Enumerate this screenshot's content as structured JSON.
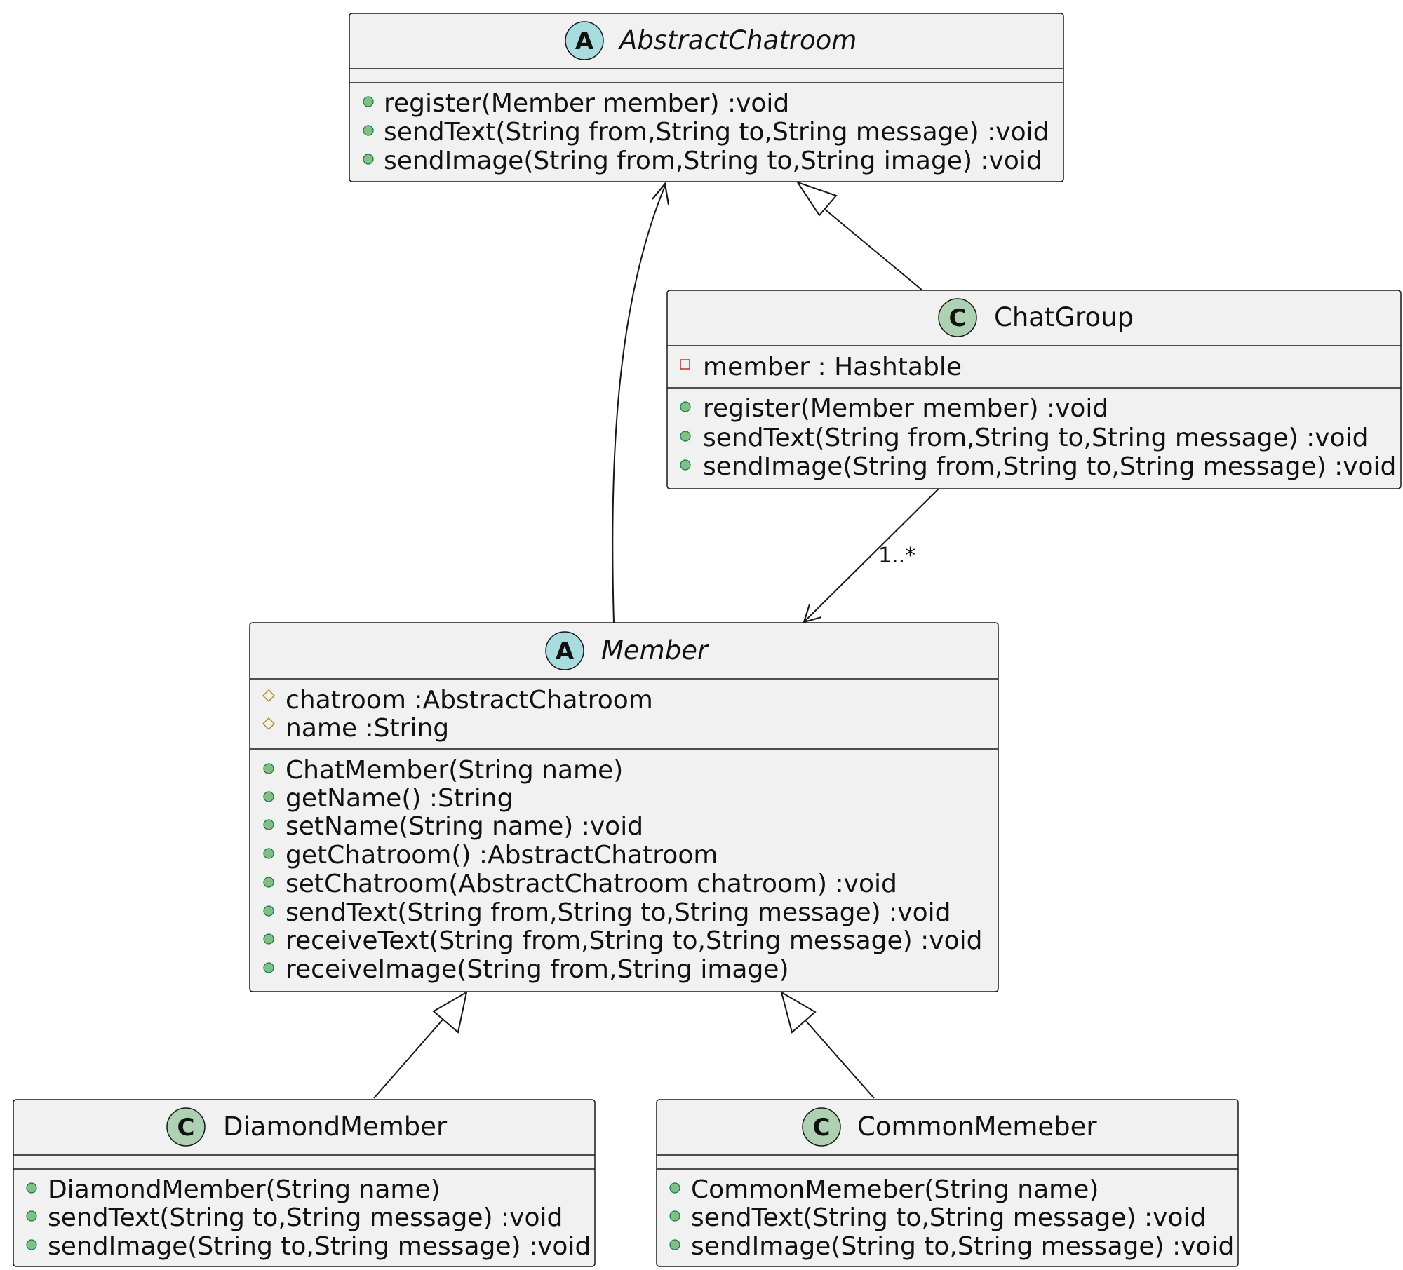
{
  "classes": {
    "abstract_chatroom": {
      "kind": "abstract",
      "letter": "A",
      "name": "AbstractChatroom",
      "fields": [],
      "methods": [
        {
          "visibility": "public",
          "text": "register(Member member) :void"
        },
        {
          "visibility": "public",
          "text": "sendText(String from,String to,String message) :void"
        },
        {
          "visibility": "public",
          "text": "sendImage(String from,String to,String image) :void"
        }
      ]
    },
    "chat_group": {
      "kind": "class",
      "letter": "C",
      "name": "ChatGroup",
      "fields": [
        {
          "visibility": "private",
          "text": "member : Hashtable"
        }
      ],
      "methods": [
        {
          "visibility": "public",
          "text": "register(Member member) :void"
        },
        {
          "visibility": "public",
          "text": "sendText(String from,String to,String message) :void"
        },
        {
          "visibility": "public",
          "text": "sendImage(String from,String to,String message) :void"
        }
      ]
    },
    "member": {
      "kind": "abstract",
      "letter": "A",
      "name": "Member",
      "fields": [
        {
          "visibility": "protected",
          "text": "chatroom :AbstractChatroom"
        },
        {
          "visibility": "protected",
          "text": "name :String"
        }
      ],
      "methods": [
        {
          "visibility": "public",
          "text": "ChatMember(String name)"
        },
        {
          "visibility": "public",
          "text": "getName() :String"
        },
        {
          "visibility": "public",
          "text": "setName(String name) :void"
        },
        {
          "visibility": "public",
          "text": "getChatroom() :AbstractChatroom"
        },
        {
          "visibility": "public",
          "text": "setChatroom(AbstractChatroom chatroom) :void"
        },
        {
          "visibility": "public",
          "text": "sendText(String from,String to,String message) :void"
        },
        {
          "visibility": "public",
          "text": "receiveText(String from,String to,String message) :void"
        },
        {
          "visibility": "public",
          "text": "receiveImage(String from,String image)"
        }
      ]
    },
    "diamond_member": {
      "kind": "class",
      "letter": "C",
      "name": "DiamondMember",
      "fields": [],
      "methods": [
        {
          "visibility": "public",
          "text": "DiamondMember(String name)"
        },
        {
          "visibility": "public",
          "text": "sendText(String to,String message) :void"
        },
        {
          "visibility": "public",
          "text": "sendImage(String to,String message) :void"
        }
      ]
    },
    "common_memeber": {
      "kind": "class",
      "letter": "C",
      "name": "CommonMemeber",
      "fields": [],
      "methods": [
        {
          "visibility": "public",
          "text": "CommonMemeber(String name)"
        },
        {
          "visibility": "public",
          "text": "sendText(String to,String message) :void"
        },
        {
          "visibility": "public",
          "text": "sendImage(String to,String message) :void"
        }
      ]
    }
  },
  "relations": [
    {
      "type": "inheritance",
      "from": "ChatGroup",
      "to": "AbstractChatroom"
    },
    {
      "type": "association",
      "from": "Member",
      "to": "AbstractChatroom"
    },
    {
      "type": "association",
      "from": "ChatGroup",
      "to": "Member",
      "label": "1..*"
    },
    {
      "type": "inheritance",
      "from": "DiamondMember",
      "to": "Member"
    },
    {
      "type": "inheritance",
      "from": "CommonMemeber",
      "to": "Member"
    }
  ],
  "colors": {
    "class_fill": "#f1f1f1",
    "abstract_badge": "#a9dcdf",
    "class_badge": "#add1b2",
    "public_marker": "#84be84",
    "private_marker": "#c82930",
    "protected_marker": "#b38d22"
  }
}
